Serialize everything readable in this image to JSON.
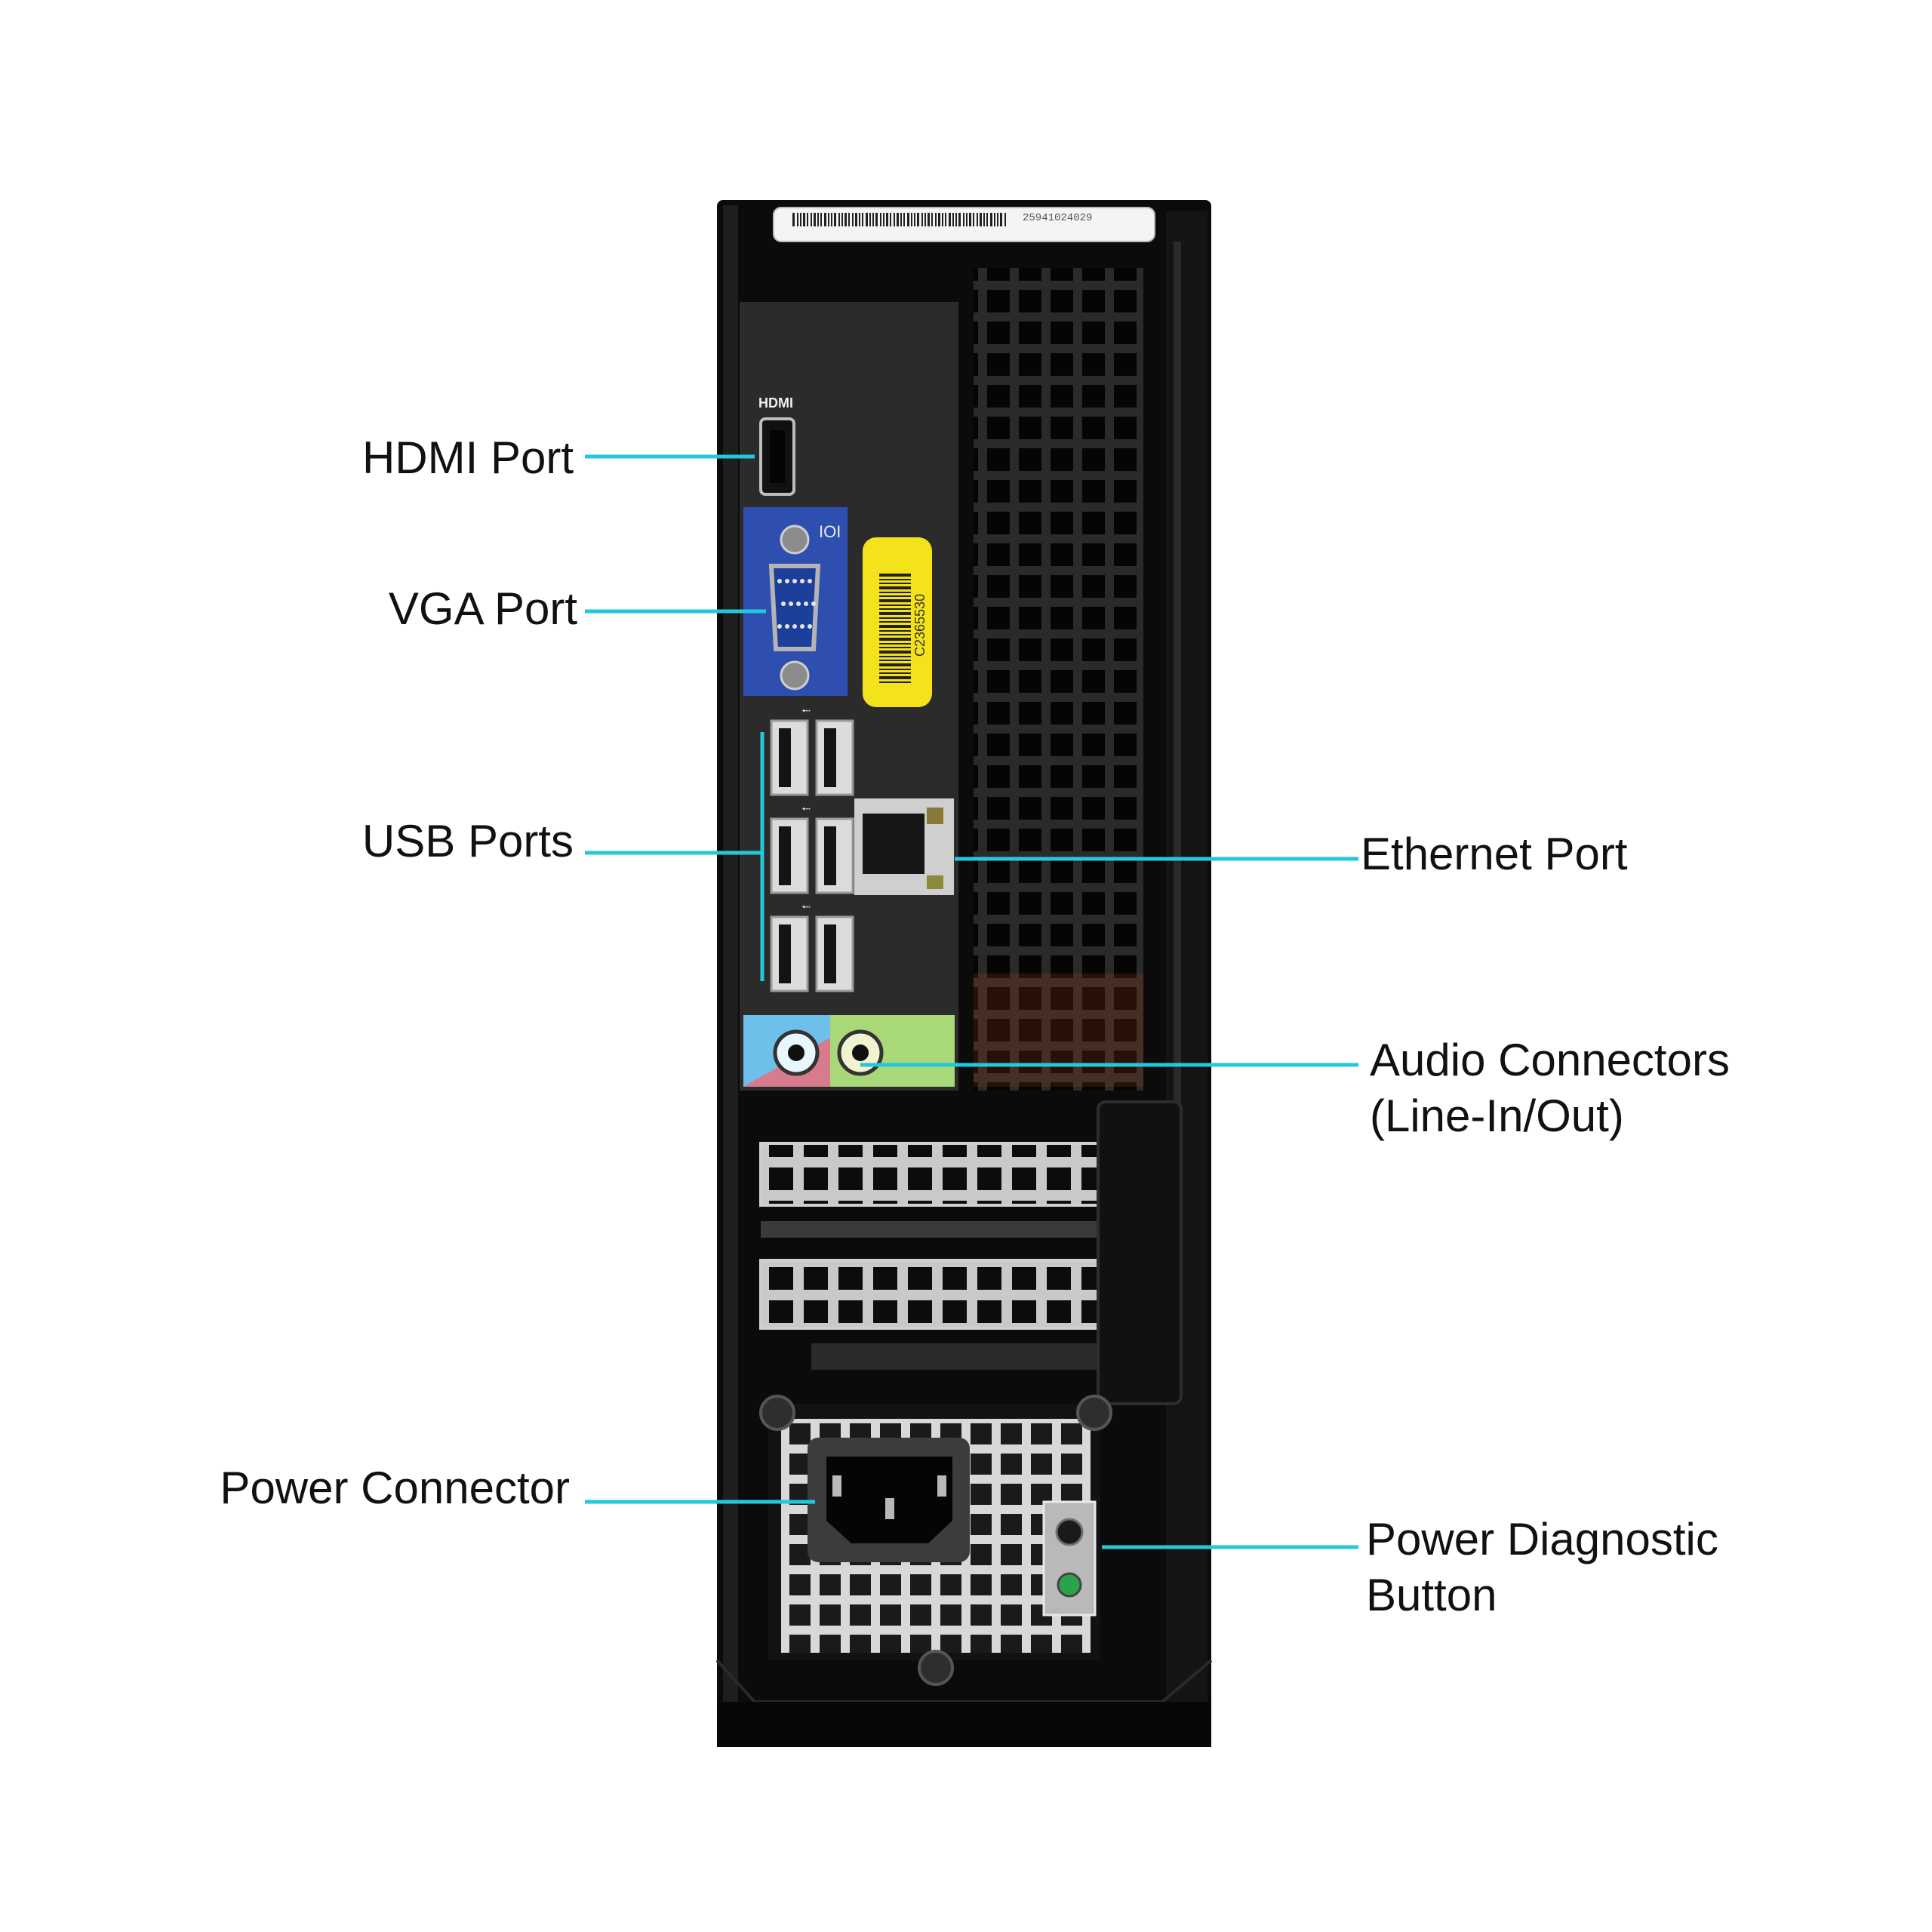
{
  "accent_color": "#22c8dc",
  "labels": {
    "hdmi": "HDMI Port",
    "vga": "VGA Port",
    "usb": "USB Ports",
    "ethernet": "Ethernet Port",
    "audio_line1": "Audio Connectors",
    "audio_line2": "(Line-In/Out)",
    "power_connector": "Power Connector",
    "diag_line1": "Power Diagnostic",
    "diag_line2": "Button"
  },
  "stickers": {
    "top_label_number": "25941024029",
    "yellow_tag": "C2365530"
  },
  "port_markings": {
    "hdmi": "HDMI",
    "vga": "IOI"
  }
}
